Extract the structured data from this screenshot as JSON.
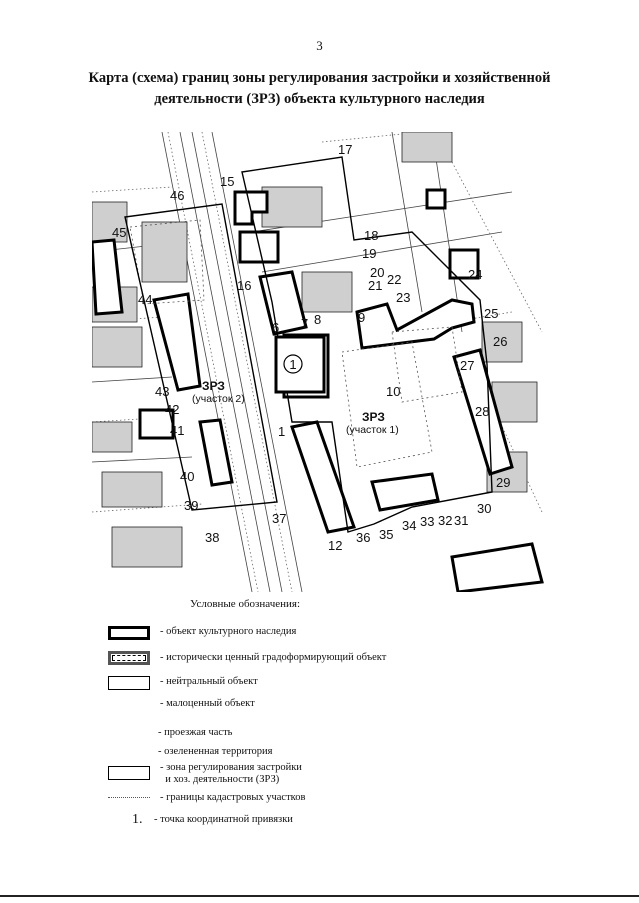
{
  "page_number": "3",
  "title_line1": "Карта (схема) границ зоны регулирования застройки и хозяйственной",
  "title_line2": "деятельности (ЗРЗ) объекта культурного наследия",
  "map": {
    "object_marker": "1",
    "zone_labels": [
      {
        "title": "ЗРЗ",
        "sub": "(участок 2)"
      },
      {
        "title": "ЗРЗ",
        "sub": "(участок 1)"
      }
    ],
    "point_labels": [
      "1",
      "6",
      "7",
      "8",
      "9",
      "10",
      "12",
      "15",
      "16",
      "17",
      "18",
      "19",
      "20",
      "21",
      "22",
      "23",
      "24",
      "25",
      "26",
      "27",
      "28",
      "29",
      "30",
      "31",
      "32",
      "33",
      "34",
      "35",
      "36",
      "37",
      "38",
      "39",
      "40",
      "41",
      "42",
      "43",
      "44",
      "45",
      "46"
    ]
  },
  "legend": {
    "title": "Условные обозначения:",
    "items": [
      {
        "symbol": "heritage-object",
        "text": "-  объект культурного наследия"
      },
      {
        "symbol": "historic-valuable",
        "text": "-  исторически ценный градоформирующий объект"
      },
      {
        "symbol": "neutral-object",
        "text": "-  нейтральный объект"
      },
      {
        "symbol": "low-value-object",
        "text": "-  малоценный объект"
      },
      {
        "symbol": "roadway",
        "text": "- проезжая часть"
      },
      {
        "symbol": "green-area",
        "text": "- озелененная территория"
      },
      {
        "symbol": "zrz-zone",
        "text": "- зона регулирования застройки\n  и хоз. деятельности (ЗРЗ)"
      },
      {
        "symbol": "cadastral-boundary",
        "text": "-  границы кадастровых участков"
      },
      {
        "symbol": "tie-point",
        "marker": "1.",
        "text": "- точка координатной привязки"
      }
    ]
  }
}
